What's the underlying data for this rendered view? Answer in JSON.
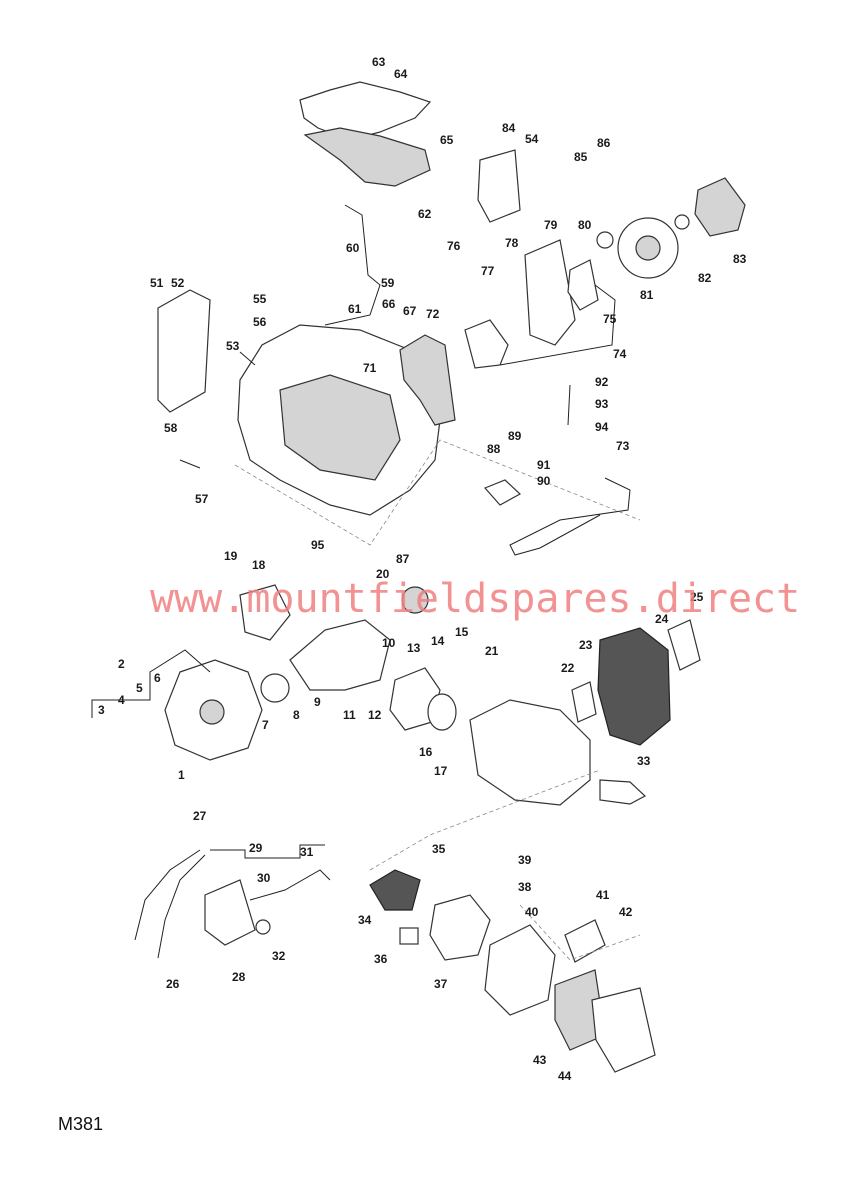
{
  "watermark": "www.mountfieldspares.direct",
  "diagram_code": "M381",
  "callouts": [
    "1",
    "2",
    "3",
    "4",
    "5",
    "6",
    "7",
    "8",
    "9",
    "10",
    "11",
    "12",
    "13",
    "14",
    "15",
    "16",
    "17",
    "18",
    "19",
    "20",
    "21",
    "22",
    "23",
    "24",
    "25",
    "26",
    "27",
    "28",
    "29",
    "30",
    "31",
    "32",
    "33",
    "34",
    "35",
    "36",
    "37",
    "38",
    "39",
    "40",
    "41",
    "42",
    "43",
    "44",
    "51",
    "52",
    "53",
    "54",
    "55",
    "56",
    "57",
    "58",
    "59",
    "60",
    "61",
    "62",
    "63",
    "64",
    "65",
    "66",
    "67",
    "71",
    "72",
    "73",
    "74",
    "75",
    "76",
    "77",
    "78",
    "79",
    "80",
    "81",
    "82",
    "83",
    "84",
    "85",
    "86",
    "87",
    "88",
    "89",
    "90",
    "91",
    "92",
    "93",
    "94",
    "95"
  ]
}
